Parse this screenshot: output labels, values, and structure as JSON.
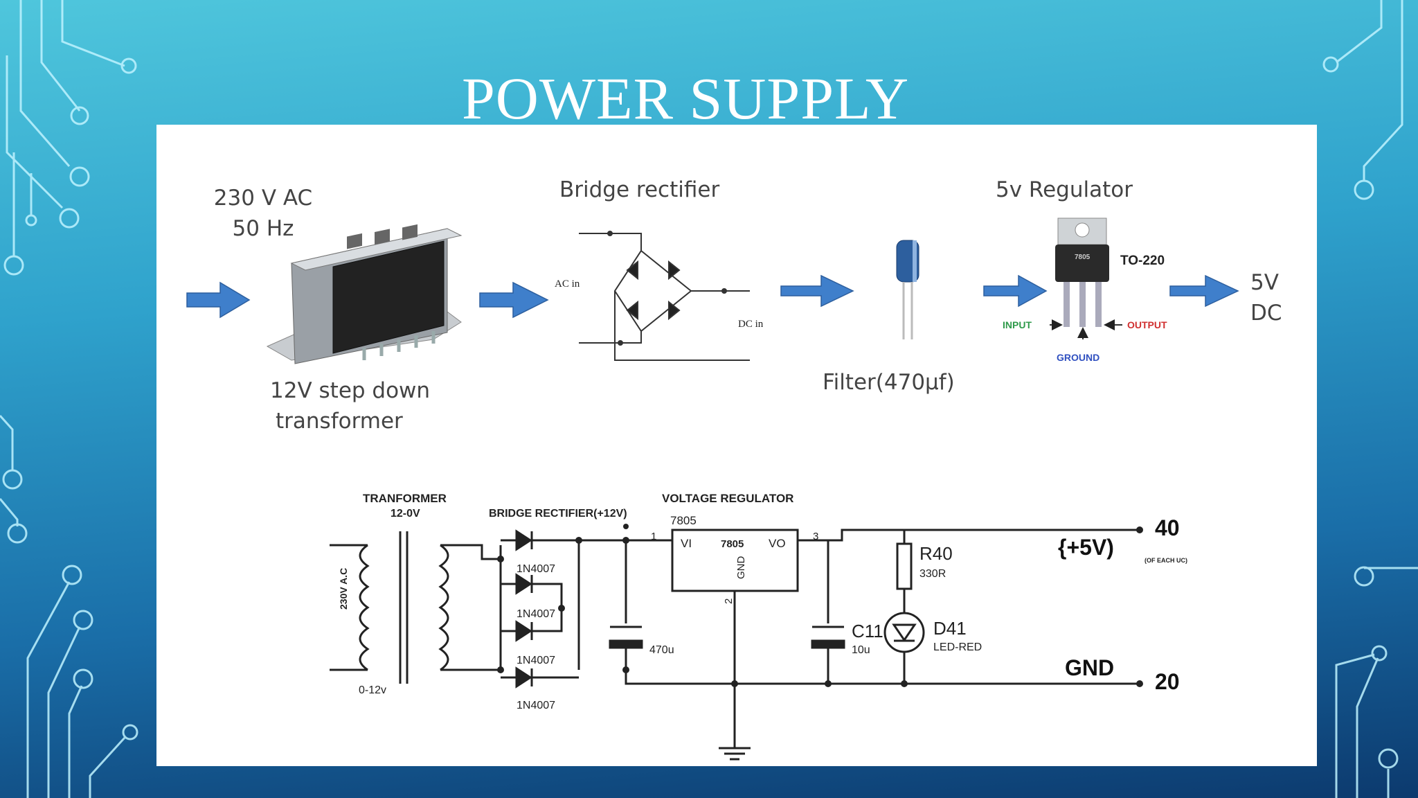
{
  "slide": {
    "title": "POWER SUPPLY"
  },
  "block_diagram": {
    "input": {
      "line1": "230 V AC",
      "line2": "50 Hz"
    },
    "transformer": {
      "line1": "12V step down",
      "line2": "transformer"
    },
    "rectifier": {
      "title": "Bridge rectifier",
      "ac_label": "AC in",
      "dc_label": "DC in"
    },
    "filter": {
      "label": "Filter(470µf)"
    },
    "regulator": {
      "title": "5v Regulator",
      "chip": "7805",
      "package": "TO-220",
      "input": "INPUT",
      "output": "OUTPUT",
      "ground": "GROUND"
    },
    "output": {
      "line1": "5V",
      "line2": "DC"
    },
    "colors": {
      "arrow": "#3f7fcb",
      "input_label": "#2e9a4a",
      "output_label": "#d03030",
      "ground_label": "#3050c0"
    }
  },
  "schematic": {
    "transformer_title": "TRANFORMER",
    "transformer_rating": "12-0V",
    "primary_label": "230V A.C",
    "secondary_label": "0-12v",
    "rectifier_title": "BRIDGE RECTIFIER(+12V)",
    "diodes": [
      "1N4007",
      "1N4007",
      "1N4007",
      "1N4007"
    ],
    "cap1_value": "470u",
    "regulator_title": "VOLTAGE REGULATOR",
    "regulator_part": "7805",
    "reg_vi": "VI",
    "reg_part_inner": "7805",
    "reg_gnd": "GND",
    "reg_vo": "VO",
    "pin1": "1",
    "pin2": "2",
    "pin3": "3",
    "cap2_name": "C11",
    "cap2_value": "10u",
    "resistor_name": "R40",
    "resistor_value": "330R",
    "led_name": "D41",
    "led_value": "LED-RED",
    "vout_label": "{+5V)",
    "vout_note": "(OF EACH UC)",
    "vout_pin": "40",
    "gnd_label": "GND",
    "gnd_pin": "20"
  }
}
